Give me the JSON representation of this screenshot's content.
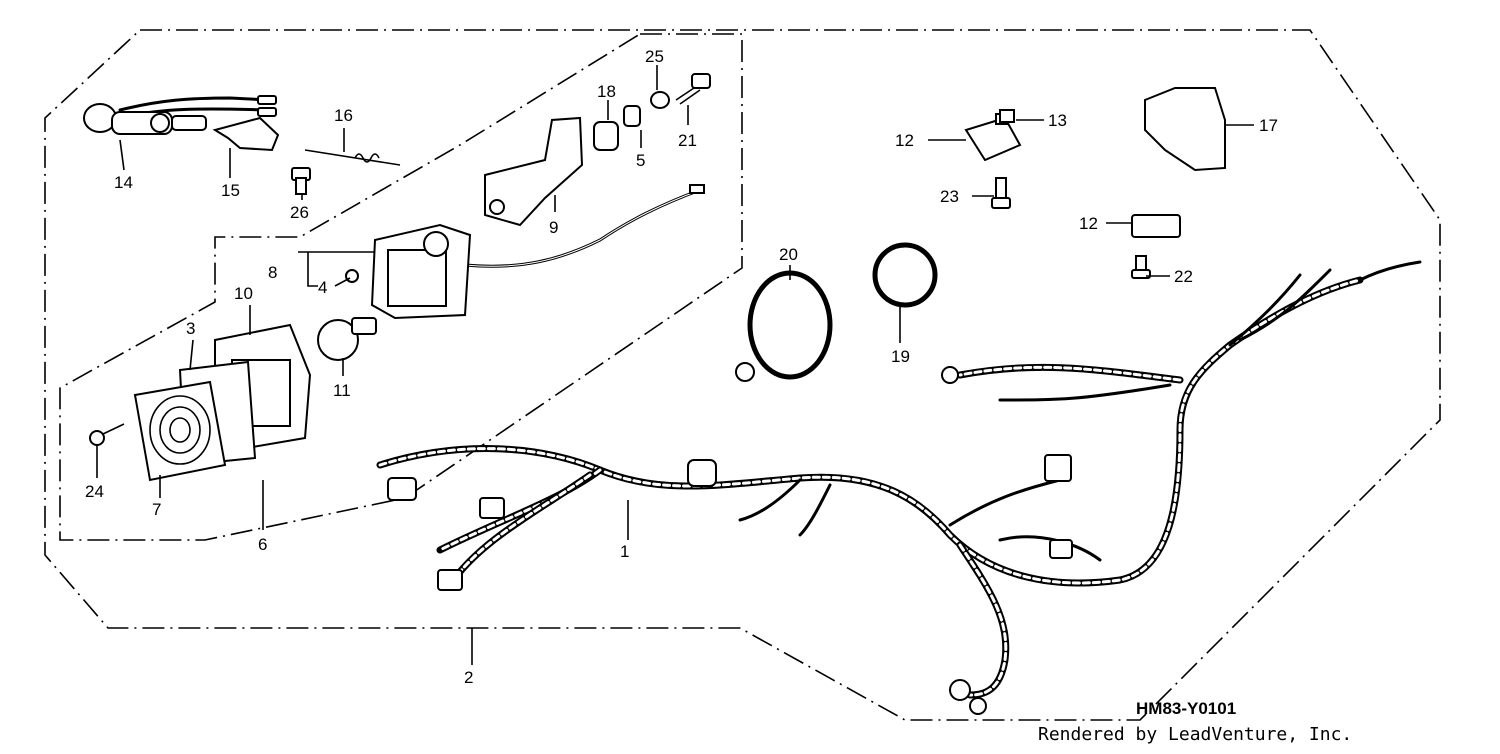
{
  "diagram": {
    "code": "HM83-Y0101",
    "credit": "Rendered by LeadVenture, Inc.",
    "callouts": {
      "c1": "1",
      "c2": "2",
      "c3": "3",
      "c4": "4",
      "c5": "5",
      "c6": "6",
      "c7": "7",
      "c8": "8",
      "c9": "9",
      "c10": "10",
      "c11": "11",
      "c12a": "12",
      "c12b": "12",
      "c13": "13",
      "c14": "14",
      "c15": "15",
      "c16": "16",
      "c17": "17",
      "c18": "18",
      "c19": "19",
      "c20": "20",
      "c21": "21",
      "c22": "22",
      "c23": "23",
      "c24": "24",
      "c25": "25",
      "c26": "26"
    }
  }
}
